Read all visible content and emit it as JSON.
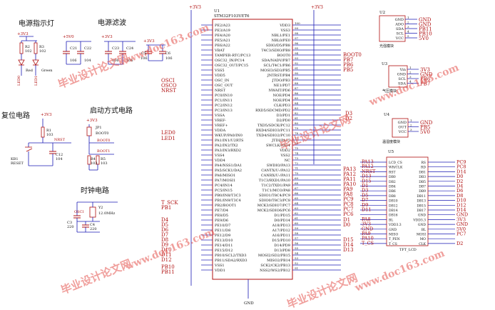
{
  "sections": {
    "power_led": "电源指示灯",
    "power_filter": "电源滤波",
    "reset": "复位电路",
    "boot_mode": "启动方式电路",
    "clock": "时钟电路"
  },
  "mcu": {
    "ref": "U1",
    "part": "STM32F103VET6",
    "vcc": "+3V3",
    "gnd": "GND",
    "left_pins": [
      "PE2/A23",
      "PE3/A19",
      "PE4/A20",
      "PE5/A21",
      "PE6/A22",
      "VBAT",
      "TAMPER-RTC/PC13",
      "OSC32_IN/PC14",
      "OSC32_OUT/PC15",
      "VSS5",
      "VDD5",
      "OSC_IN",
      "OSC_OUT",
      "NRST",
      "PC0/IN10",
      "PC1/IN11",
      "PC2/IN12",
      "PC3/IN13",
      "VSSA",
      "VREF-",
      "VREF+",
      "VDDA",
      "WKUP/PA0/IN0",
      "PA1/IN1/U2RTS",
      "PA2/IN2/TX2",
      "PA3/IN3/RXD2",
      "VSS4",
      "VDD4",
      "PA4/NSS1/DA1",
      "PA5/SCK1/DA2",
      "PA6/MISO1",
      "PA7/MOSI1",
      "PC4/IN14",
      "PC5/IN15",
      "PB0/IN8/T3C3",
      "PB1/IN9/T3C4",
      "PB2/BOOT1",
      "PE7/D4",
      "PE8/D5",
      "PE9/D6",
      "PE10/D7",
      "PE11/D8",
      "PE12/D9",
      "PE13/D10",
      "PE14/D11",
      "PE15/D12",
      "PB10/SCL2/TXD3",
      "PB11/SDA2/RXD3",
      "VSS1",
      "VDD1"
    ],
    "right_pins": [
      "VDD3",
      "VSS3",
      "NBL1/PE1",
      "NBL0/PE0",
      "SDIO/D5/PB8",
      "T4C3/SDIO/PB8",
      "BOOT0",
      "SDA/NADV/PB7",
      "SCL/T4C1/PB6",
      "MOSI3/SD3/PB5",
      "JNTRST/PB4",
      "JTDO/PB3",
      "NE1/PD7",
      "NWAIT/PD6",
      "NOE/PD4",
      "NOE/PD4",
      "CLK/PD3",
      "RXD5/SDCMD/PD2",
      "D3/PD1",
      "D2/PD0",
      "TXD5/SDCK/PC12",
      "RXD4/SDIO3/PC11",
      "TXD4/SDIO2/PC10",
      "JTDI/PA15",
      "SWCLK/PA14",
      "VDD2",
      "VSS2",
      "NC",
      "SWDIO/PA13",
      "CANTX/U-/PA12",
      "CANRX/U-/PA11",
      "T1C3/RXD1/PA10",
      "T1C2/TXD1/PA9",
      "T1C1/MCO/PA8",
      "SDIO1/T8C4/PC9",
      "SDIO0/T8C3/PC8",
      "MCK3/SDIO7/PC7",
      "MCK2/SDIO6/PC6",
      "D1/PD15",
      "D0/PD14",
      "A18/PD13",
      "A17/PD12",
      "A16/PD11",
      "D15/PD10",
      "D14/PD9",
      "D13/PD8",
      "MOSI2/SD2/PB15",
      "MISO2/PB14",
      "SCK2/CK2/PB13",
      "NSS2/WS2/PB12"
    ],
    "right_nums": [
      "100",
      "99",
      "98",
      "97",
      "96",
      "95",
      "94",
      "93",
      "92",
      "91",
      "90",
      "89",
      "88",
      "87",
      "86",
      "85",
      "84",
      "83",
      "82",
      "81",
      "80",
      "79",
      "78",
      "77",
      "76",
      "75",
      "74",
      "73",
      "72",
      "71",
      "70",
      "69",
      "68",
      "67",
      "66",
      "65",
      "64",
      "63",
      "62",
      "61",
      "60",
      "59",
      "58",
      "57",
      "56",
      "55",
      "54",
      "53",
      "52",
      "51"
    ]
  },
  "left_nets": {
    "osc_in": "OSCI",
    "osc_out": "OSCO",
    "nrst": "NRST",
    "led0": "LED0",
    "led1": "LED1",
    "t_sck": "T_SCK",
    "pb1": "PB1",
    "d4": "D4",
    "d5": "D5",
    "d6": "D6",
    "d7": "D7",
    "d8": "D8",
    "d9": "D9",
    "d10": "D10",
    "d11": "D11",
    "d12": "D12",
    "pb10": "PB10",
    "pb11": "PB11"
  },
  "right_nets": {
    "boot0": "BOOT0",
    "pb7": "PB7",
    "pb6": "PB6",
    "pb5": "PB5",
    "d3": "D3",
    "d2": "D2",
    "pa13": "PA13",
    "pa12": "PA12",
    "pa11": "PA11",
    "pa10": "PA10",
    "pa9": "PA9",
    "pa8": "PA8",
    "pc9": "PC9",
    "pc8": "PC8",
    "pc7": "PC7",
    "pc6": "PC6",
    "d1": "D1",
    "d0": "D0",
    "d15": "D15",
    "d14": "D14",
    "d13": "D13"
  },
  "u2": {
    "ref": "U2",
    "desc": "光强模块",
    "pins": [
      "GND",
      "ADO",
      "SDA",
      "SCL",
      "VCC"
    ],
    "nums": [
      "1",
      "2",
      "3",
      "4",
      "5"
    ],
    "nets": [
      "GND",
      "GND",
      "PB11",
      "PB10",
      "5V0"
    ]
  },
  "u3": {
    "ref": "U3",
    "desc": "气压模块",
    "pins": [
      "Vin",
      "GND",
      "SCL",
      "SDA"
    ],
    "nums": [
      "1",
      "2",
      "3",
      "4"
    ],
    "nets": [
      "3V3",
      "GND",
      "PB6",
      "PB7"
    ]
  },
  "u4": {
    "ref": "U4",
    "desc": "温湿度模块",
    "pins": [
      "GND",
      "OUT",
      "VCC"
    ],
    "nums": [
      "1",
      "2",
      "3"
    ],
    "nets": [
      "GND",
      "PB5",
      "5V0"
    ]
  },
  "u5": {
    "ref": "U5",
    "desc": "TFT_LCD",
    "left_pins": [
      "LCD_CS",
      "WR/CLK",
      "RST",
      "DB0",
      "DB2",
      "DB4",
      "DB6",
      "DB8",
      "DB10",
      "DB12",
      "DB14",
      "DB16",
      "BL",
      "VDD3.3",
      "GND",
      "MISO",
      "T_PEN",
      "T_CS"
    ],
    "right_pins": [
      "RS",
      "RD",
      "DB1",
      "DB3",
      "DB5",
      "DB7",
      "DB9",
      "DB11",
      "DB13",
      "DB15",
      "DB17",
      "GND",
      "VDD3.3",
      "GND",
      "BL",
      "MOSI",
      "MO",
      "CLK"
    ],
    "left_nets": [
      "PA13",
      "PA12",
      "NRST",
      "D13",
      "D15",
      "D1",
      "D3",
      "D5",
      "D7",
      "D9",
      "D11",
      "",
      "PA8",
      "3V3",
      "GND",
      "PA9",
      "PA10",
      "T_CS"
    ],
    "right_nets": [
      "PC9",
      "PC8",
      "D14",
      "D0",
      "D2",
      "D4",
      "D6",
      "D8",
      "D10",
      "D12",
      "D14",
      "GND",
      "3V3",
      "GND",
      "5V0",
      "PC7",
      "",
      "D2"
    ]
  },
  "components": {
    "v33": "+3V3",
    "v5": "+5V0",
    "r2": "R2",
    "r2v": "102",
    "r3": "R3",
    "r3v": "102",
    "led_red": "Red",
    "led_green": "Green",
    "c21": "C21",
    "c21v": "106",
    "c22": "C22",
    "c22v": "104",
    "c23": "C23",
    "c23v": "106",
    "c24": "C24",
    "c24v": "106",
    "c5": "C5",
    "c5v": "106",
    "c6": "C6",
    "c6v": "106",
    "r1": "R1",
    "r1v": "103",
    "c12": "C12",
    "c12v": "104",
    "kb1": "KB1",
    "kb1v": "RESET",
    "jp1": "JP1",
    "boot0": "BOOT0",
    "boot1": "BOOT1",
    "r4": "R4",
    "r4v": "103",
    "r5": "R5",
    "r5v": "103",
    "y2": "Y2",
    "y2v": "12.0MHz",
    "c3": "C3",
    "c3v": "220",
    "c4": "C4",
    "c4v": "220",
    "gnd": "GND"
  },
  "watermarks": [
    "毕业设计论文网",
    "www.doc163.com"
  ],
  "colors": {
    "wire": "#1a1ab4",
    "part": "#b01010",
    "text": "#111111",
    "net": "#1a1ab4",
    "watermark": "#e3504b"
  }
}
